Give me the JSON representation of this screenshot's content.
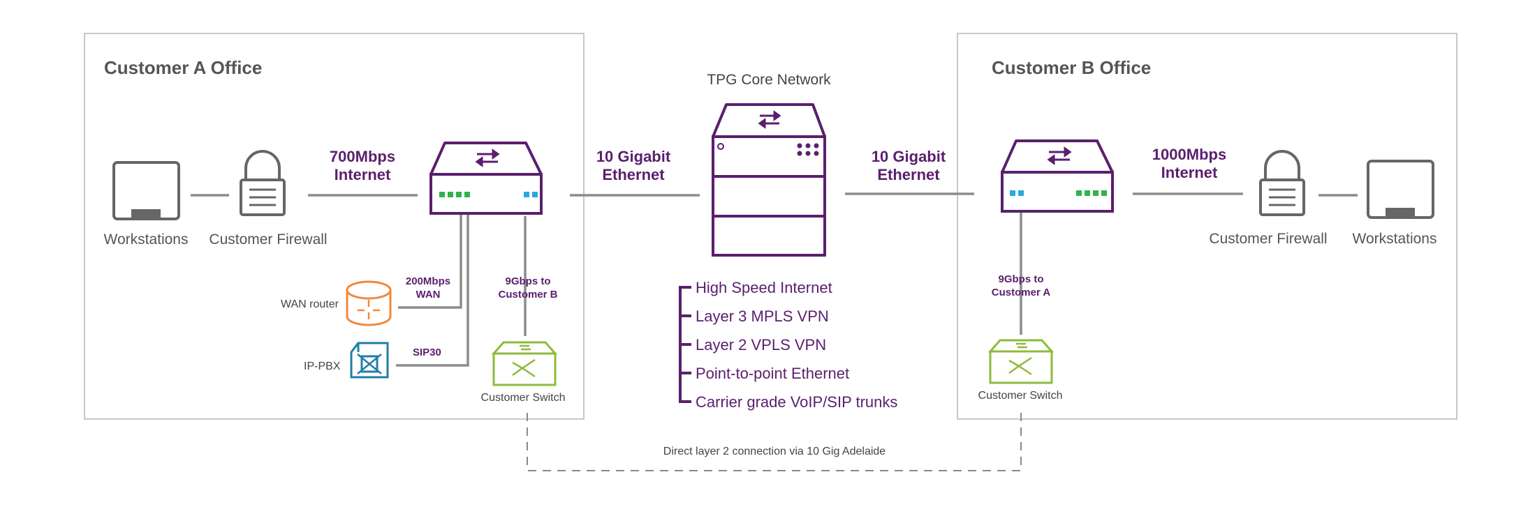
{
  "office_a": {
    "title": "Customer A Office",
    "workstations": "Workstations",
    "firewall": "Customer Firewall",
    "internet_speed": "700Mbps\nInternet",
    "wan_router": "WAN router",
    "wan_speed": "200Mbps\nWAN",
    "ip_pbx": "IP-PBX",
    "sip": "SIP30",
    "link_to_b": "9Gbps to\nCustomer B",
    "switch": "Customer Switch"
  },
  "core": {
    "title": "TPG Core Network",
    "left_link": "10 Gigabit\nEthernet",
    "right_link": "10 Gigabit\nEthernet",
    "services": [
      "High Speed Internet",
      "Layer 3 MPLS VPN",
      "Layer 2 VPLS VPN",
      "Point-to-point Ethernet",
      "Carrier grade VoIP/SIP trunks"
    ]
  },
  "office_b": {
    "title": "Customer B Office",
    "workstations": "Workstations",
    "firewall": "Customer Firewall",
    "internet_speed": "1000Mbps\nInternet",
    "link_to_a": "9Gbps to\nCustomer A",
    "switch": "Customer Switch"
  },
  "direct_link": "Direct layer 2 connection via 10 Gig Adelaide",
  "colors": {
    "purple": "#5a1f6d",
    "gray": "#666666",
    "line": "#8c8c8c",
    "green_port": "#2fb34a",
    "blue_port": "#29a8e0",
    "orange": "#f0883a",
    "teal": "#1f7fa6",
    "lime": "#8dbb3c"
  }
}
